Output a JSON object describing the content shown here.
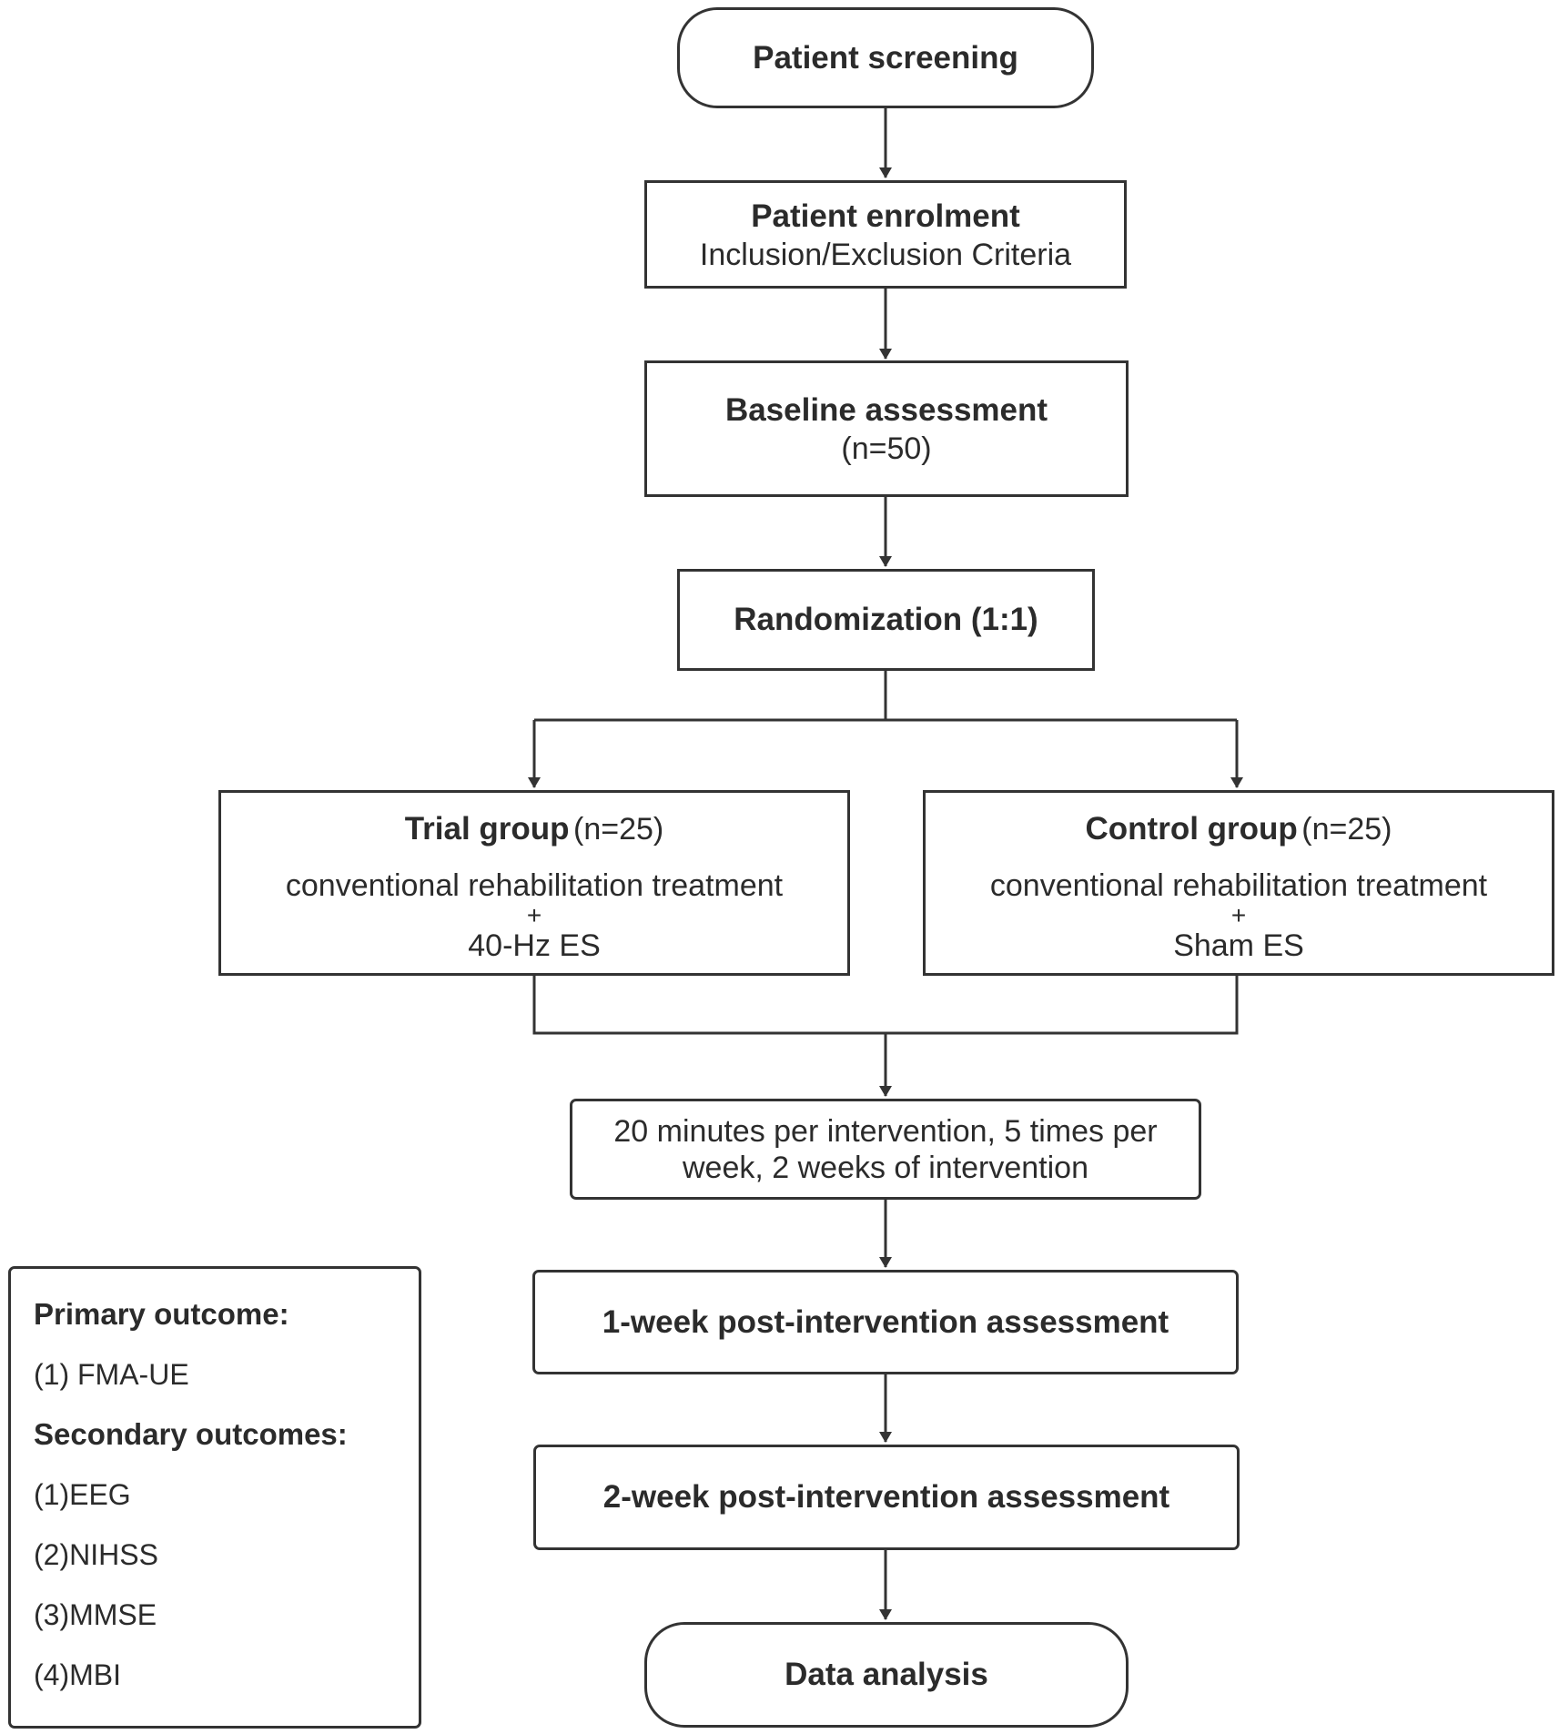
{
  "flow": {
    "screening": "Patient screening",
    "enrolment_title": "Patient enrolment",
    "enrolment_sub": "Inclusion/Exclusion Criteria",
    "baseline_title": "Baseline assessment",
    "baseline_sub": "(n=50)",
    "randomization": "Randomization (1:1)",
    "trial": {
      "title": "Trial group",
      "n": "(n=25)",
      "line1": "conventional rehabilitation treatment",
      "plus": "+",
      "line2": "40-Hz ES"
    },
    "control": {
      "title": "Control group",
      "n": "(n=25)",
      "line1": "conventional rehabilitation treatment",
      "plus": "+",
      "line2": "Sham ES"
    },
    "intervention_line1": "20 minutes per intervention, 5 times per",
    "intervention_line2": "week, 2 weeks of intervention",
    "week1": "1-week post-intervention assessment",
    "week2": "2-week post-intervention assessment",
    "analysis": "Data analysis"
  },
  "legend": {
    "primary_heading": "Primary outcome:",
    "primary_items": [
      "(1) FMA-UE"
    ],
    "secondary_heading": "Secondary outcomes:",
    "secondary_items": [
      "(1)EEG",
      "(2)NIHSS",
      "(3)MMSE",
      "(4)MBI"
    ]
  }
}
